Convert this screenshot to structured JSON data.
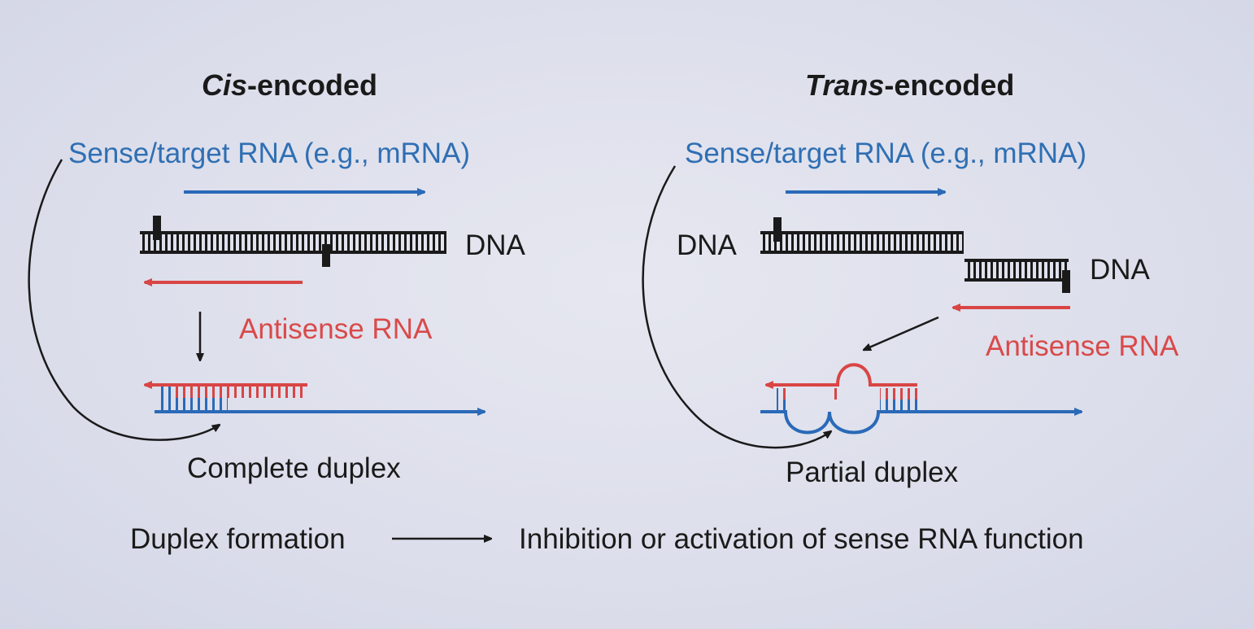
{
  "colors": {
    "sense": "#2a6ab8",
    "antisense": "#d94545",
    "dna": "#1a1a1a",
    "background": "#dfe1ec"
  },
  "cis_panel": {
    "title_italic": "Cis",
    "title_rest": "-encoded",
    "sense_label": "Sense/target RNA (e.g., mRNA)",
    "dna_label": "DNA",
    "antisense_label": "Antisense RNA",
    "duplex_label": "Complete duplex"
  },
  "trans_panel": {
    "title_italic": "Trans",
    "title_rest": "-encoded",
    "sense_label": "Sense/target RNA (e.g., mRNA)",
    "dna_label_1": "DNA",
    "dna_label_2": "DNA",
    "antisense_label": "Antisense RNA",
    "duplex_label": "Partial duplex"
  },
  "footer": {
    "left_text": "Duplex formation",
    "right_text": "Inhibition or activation of sense RNA function"
  }
}
